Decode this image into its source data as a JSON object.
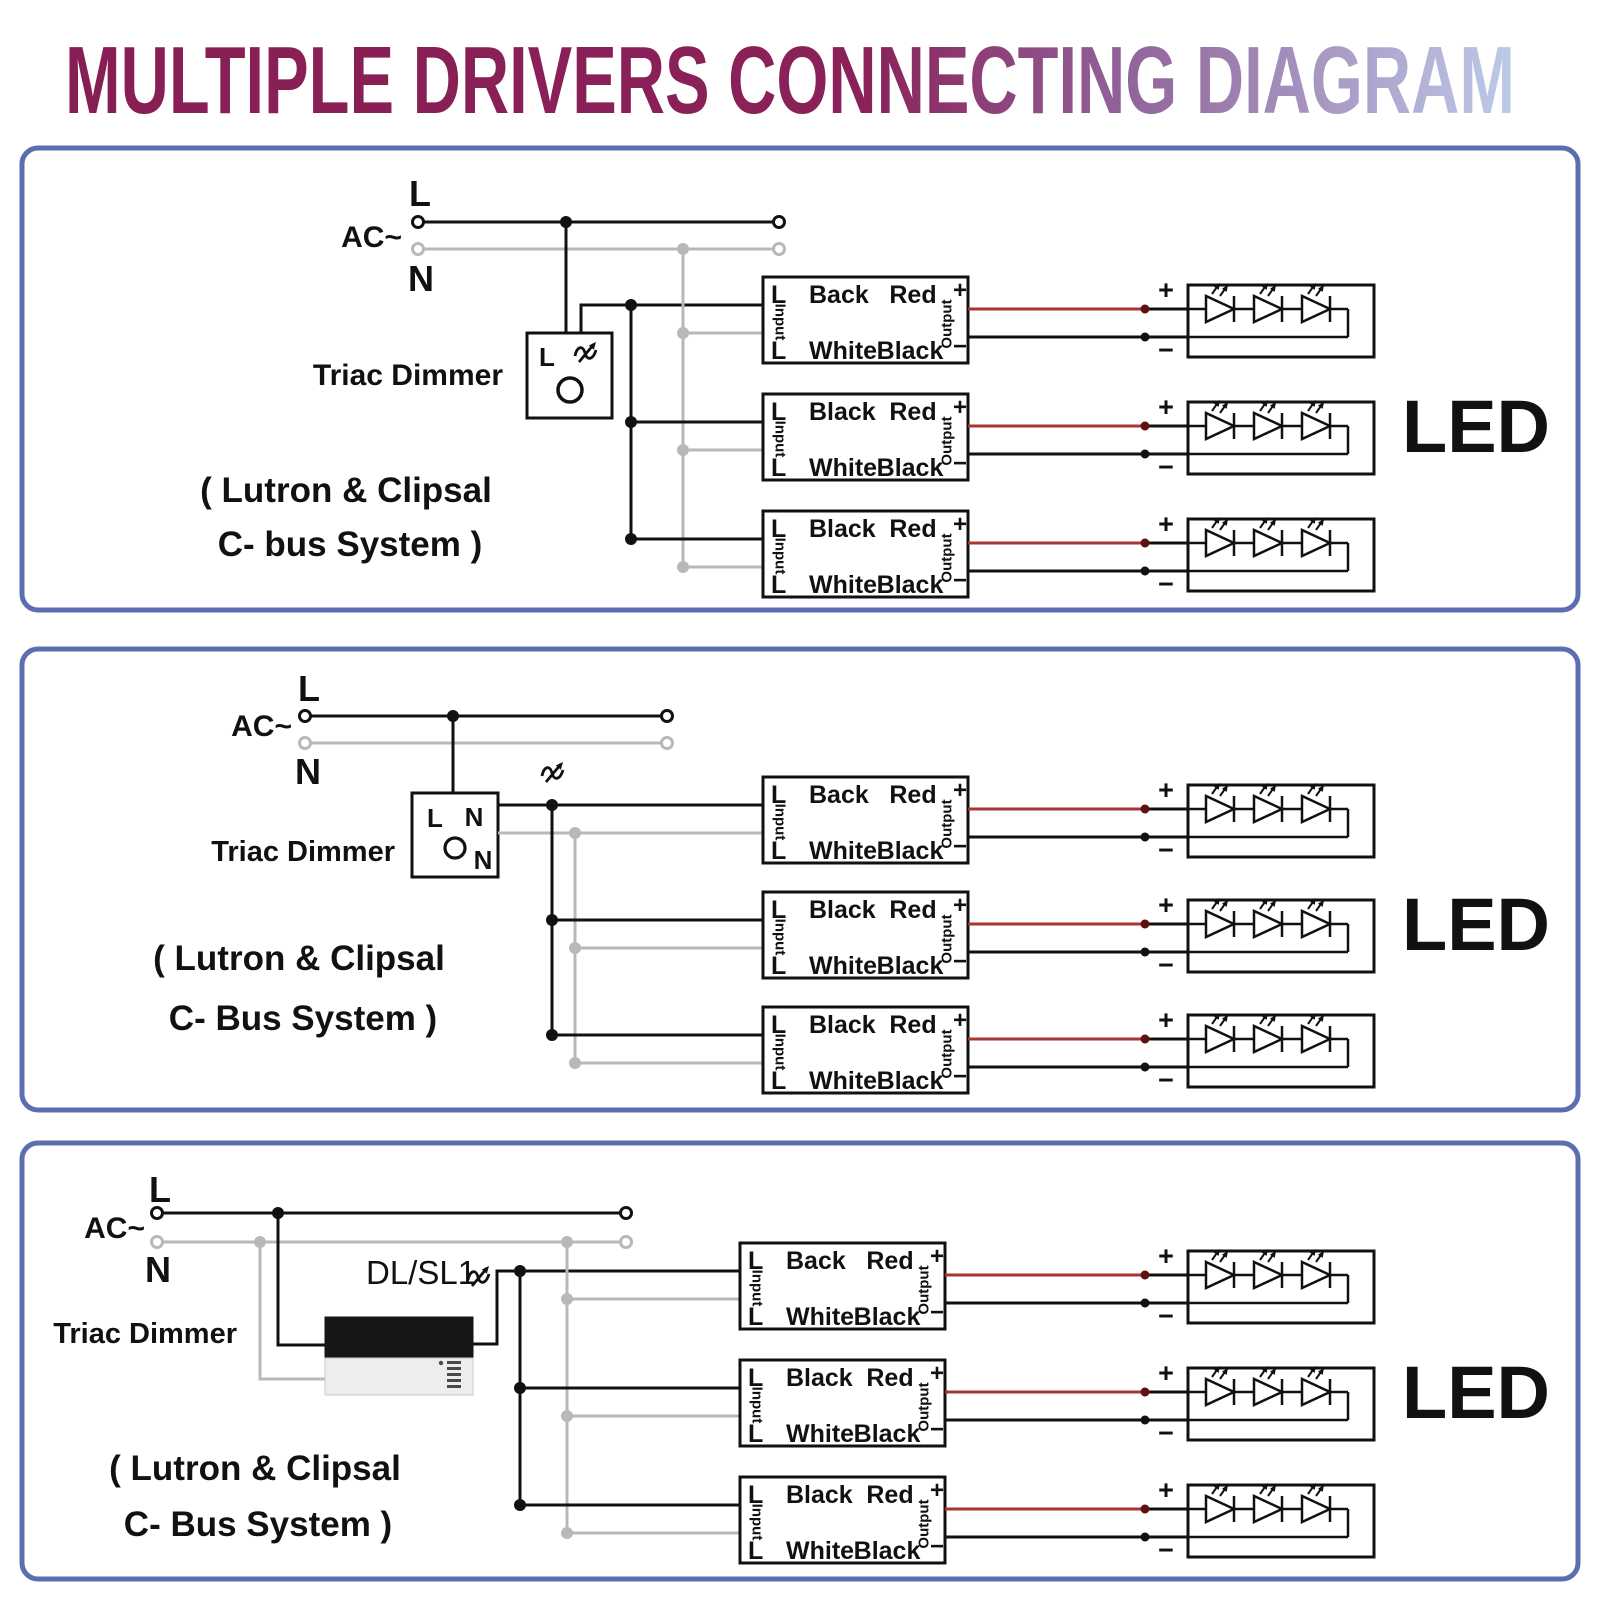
{
  "title": "MULTIPLE DRIVERS CONNECTING DIAGRAM",
  "colors": {
    "ink": "#111111",
    "wire_live": "#111111",
    "wire_neutral": "#b8b8b8",
    "wire_positive": "#a93434",
    "positive_dot": "#5d1111",
    "panel_border": "#5b6fb0",
    "title_gradient_start": "#871f55",
    "title_gradient_mid": "#8a2158",
    "title_gradient_late": "#8f5f96",
    "title_gradient_end": "#bdcbea",
    "device_body": "#161616",
    "device_base": "#ededeb"
  },
  "symbols": {
    "plus": "+",
    "minus": "−"
  },
  "panels": [
    {
      "source": {
        "live": "L",
        "ac": "AC~",
        "neutral": "N"
      },
      "dimmer": {
        "label": "Triac Dimmer",
        "pin_live": "L"
      },
      "caption1": "( Lutron & Clipsal",
      "caption2": "C- bus System )",
      "led_label": "LED",
      "drivers": [
        {
          "pin_top": "L",
          "wire_top": "Back",
          "side_in": "Input",
          "pin_bottom": "L",
          "wire_bottom": "White",
          "out_top": "Red",
          "out_bottom": "Black",
          "side_out": "Output"
        },
        {
          "pin_top": "L",
          "wire_top": "Black",
          "side_in": "Input",
          "pin_bottom": "L",
          "wire_bottom": "White",
          "out_top": "Red",
          "out_bottom": "Black",
          "side_out": "Output"
        },
        {
          "pin_top": "L",
          "wire_top": "Black",
          "side_in": "Input",
          "pin_bottom": "L",
          "wire_bottom": "White",
          "out_top": "Red",
          "out_bottom": "Black",
          "side_out": "Output"
        }
      ]
    },
    {
      "source": {
        "live": "L",
        "ac": "AC~",
        "neutral": "N"
      },
      "dimmer": {
        "label": "Triac Dimmer",
        "pin_live": "L",
        "pin_neutral_top": "N",
        "pin_neutral_bottom": "N"
      },
      "caption1": "( Lutron & Clipsal",
      "caption2": "C- Bus System )",
      "led_label": "LED",
      "drivers": [
        {
          "pin_top": "L",
          "wire_top": "Back",
          "side_in": "Input",
          "pin_bottom": "L",
          "wire_bottom": "White",
          "out_top": "Red",
          "out_bottom": "Black",
          "side_out": "Output"
        },
        {
          "pin_top": "L",
          "wire_top": "Black",
          "side_in": "Input",
          "pin_bottom": "L",
          "wire_bottom": "White",
          "out_top": "Red",
          "out_bottom": "Black",
          "side_out": "Output"
        },
        {
          "pin_top": "L",
          "wire_top": "Black",
          "side_in": "Input",
          "pin_bottom": "L",
          "wire_bottom": "White",
          "out_top": "Red",
          "out_bottom": "Black",
          "side_out": "Output"
        }
      ]
    },
    {
      "source": {
        "live": "L",
        "ac": "AC~",
        "neutral": "N"
      },
      "dimmer": {
        "label": "Triac Dimmer",
        "model": "DL/SL1"
      },
      "caption1": "( Lutron & Clipsal",
      "caption2": "C- Bus System )",
      "led_label": "LED",
      "drivers": [
        {
          "pin_top": "L",
          "wire_top": "Back",
          "side_in": "Input",
          "pin_bottom": "L",
          "wire_bottom": "White",
          "out_top": "Red",
          "out_bottom": "Black",
          "side_out": "Output"
        },
        {
          "pin_top": "L",
          "wire_top": "Black",
          "side_in": "Input",
          "pin_bottom": "L",
          "wire_bottom": "White",
          "out_top": "Red",
          "out_bottom": "Black",
          "side_out": "Output"
        },
        {
          "pin_top": "L",
          "wire_top": "Black",
          "side_in": "Input",
          "pin_bottom": "L",
          "wire_bottom": "White",
          "out_top": "Red",
          "out_bottom": "Black",
          "side_out": "Output"
        }
      ]
    }
  ]
}
